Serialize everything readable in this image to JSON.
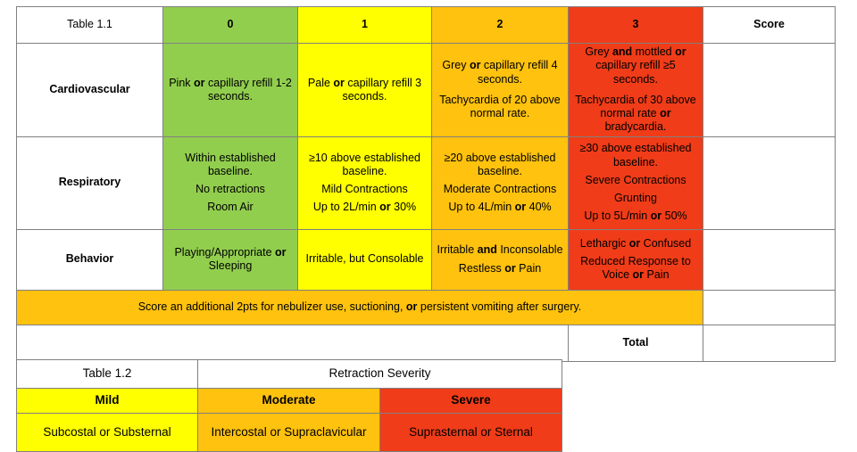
{
  "table_1_1": {
    "name": "Table 1.1",
    "score_header": "Score",
    "columns": [
      "0",
      "1",
      "2",
      "3"
    ],
    "column_colors": {
      "0": "#92ce4e",
      "1": "#ffff00",
      "2": "#ffc20e",
      "3": "#f03c18"
    },
    "rows": [
      {
        "label": "Cardiovascular",
        "cells": {
          "0": [
            "Pink or capillary refill 1-2 seconds."
          ],
          "1": [
            "Pale or capillary refill 3 seconds."
          ],
          "2": [
            "Grey or capillary refill 4 seconds.",
            "Tachycardia of 20 above normal rate."
          ],
          "3": [
            "Grey and mottled or capillary refill ≥5 seconds.",
            "Tachycardia of 30 above normal rate or bradycardia."
          ]
        }
      },
      {
        "label": "Respiratory",
        "cells": {
          "0": [
            "Within established baseline.",
            "No retractions",
            "Room Air"
          ],
          "1": [
            "≥10 above established baseline.",
            "Mild Contractions",
            "Up to 2L/min or 30%"
          ],
          "2": [
            "≥20 above established baseline.",
            "Moderate Contractions",
            "Up to 4L/min or 40%"
          ],
          "3": [
            "≥30 above established baseline.",
            "Severe Contractions",
            "Grunting",
            "Up to 5L/min or 50%"
          ]
        }
      },
      {
        "label": "Behavior",
        "cells": {
          "0": [
            "Playing/Appropriate or Sleeping"
          ],
          "1": [
            "Irritable, but Consolable"
          ],
          "2": [
            "Irritable and Inconsolable",
            "Restless or Pain"
          ],
          "3": [
            "Lethargic or Confused",
            "Reduced Response to Voice or Pain"
          ]
        }
      }
    ],
    "banner": "Score an additional 2pts for nebulizer use, suctioning, or persistent vomiting after surgery.",
    "banner_color": "#ffc20e",
    "total_label": "Total",
    "total_value": ""
  },
  "table_1_2": {
    "name": "Table 1.2",
    "title": "Retraction Severity",
    "headers": [
      "Mild",
      "Moderate",
      "Severe"
    ],
    "header_colors": [
      "#ffff00",
      "#ffc20e",
      "#f03c18"
    ],
    "values": [
      "Subcostal or Substernal",
      "Intercostal or Supraclavicular",
      "Suprasternal or Sternal"
    ],
    "value_colors": [
      "#ffff00",
      "#ffc20e",
      "#f03c18"
    ]
  }
}
